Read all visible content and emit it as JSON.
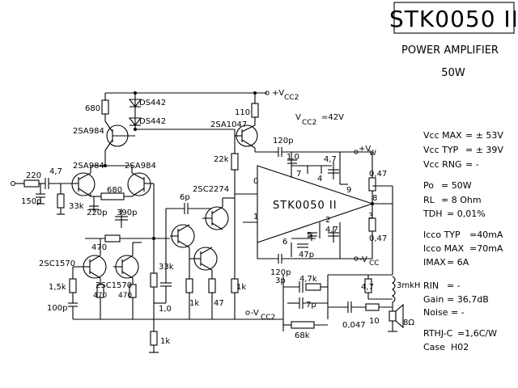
{
  "title": "STK0050 II",
  "subtitle": "POWER AMPLIFIER",
  "power": "50W",
  "ic_label": "STK0050  II",
  "supply_note": "V",
  "supply_note_sub": "CC2",
  "supply_note_val": "=42V",
  "specs": [
    {
      "key": "Vcc MAX",
      "val": "= ± 53V"
    },
    {
      "key": "Vcc TYP",
      "val": "= ± 39V"
    },
    {
      "key": "Vcc RNG",
      "val": "=   -"
    },
    {
      "key": "Po",
      "val": "= 50W"
    },
    {
      "key": "RL",
      "val": "= 8 Ohm"
    },
    {
      "key": "TDH",
      "val": "= 0,01%"
    },
    {
      "key": "Icco TYP",
      "val": "=40mA"
    },
    {
      "key": "Icco MAX",
      "val": "=70mA"
    },
    {
      "key": "IMAX",
      "val": "=     6A"
    },
    {
      "key": "RIN",
      "val": "=  -"
    },
    {
      "key": "Gain",
      "val": "= 36,7dB"
    },
    {
      "key": "Noise",
      "val": "=   -"
    },
    {
      "key": "RTHJ-C",
      "val": "=1,6C/W"
    },
    {
      "key": "Case",
      "val": "H02"
    }
  ],
  "components": {
    "r680_top": "680",
    "ds442_a": "DS442",
    "ds442_b": "DS442",
    "q_2sa984_top": "2SA984",
    "r110": "110",
    "q_2sa1047": "2SA1047",
    "vcc2_top": "+V",
    "vcc2_top_sub": "CC2",
    "r220_in": "220",
    "c47_in": "4,7",
    "c150p": "150p",
    "r33k_in": "33k",
    "q_2sa984_l": "2SA984",
    "q_2sa984_r": "2SA984",
    "r680_mid": "680",
    "c220p": "220p",
    "c390p": "390p",
    "r470_mid": "470",
    "c6p": "6p",
    "q_2sc2274": "2SC2274",
    "r22k": "22k",
    "c120p_top": "120p",
    "c10_top": "1,0",
    "pin7": "7",
    "pin4": "4",
    "c47_top": "4,7",
    "pin9": "9",
    "vw": "+V",
    "vw_sub": "W",
    "r047_top": "0,47",
    "pin8": "8",
    "pin0": "0",
    "pin1": "1",
    "pin3": "3",
    "pin6": "6",
    "pin5": "5",
    "pin2": "2",
    "c47_bot": "4,7",
    "c47p": "47p",
    "r047_bot": "0,47",
    "vcc_neg": "-V",
    "vcc_neg_sub": "CC",
    "c120p_bot": "120p",
    "q_2sc1570_l": "2SC1570",
    "q_2sc1570_r": "2SC1570",
    "r15k": "1,5k",
    "c100p": "100p",
    "r470_a": "470",
    "r470_b": "470",
    "r33k_mid": "33k",
    "c10_mid": "1,0",
    "r1k_a": "1k",
    "r47": "47",
    "r1k_b": "1k",
    "vcc2_bot": "-V",
    "vcc2_bot_sub": "CC2",
    "r1k_bottom": "1k",
    "c3p": "3p",
    "r47k": "4,7k",
    "c7p": "7p",
    "r68k": "68k",
    "r47_out": "4,7",
    "l3mkh": "3mkH",
    "c0047": "0,047",
    "r10": "10",
    "spk": "8Ω"
  }
}
